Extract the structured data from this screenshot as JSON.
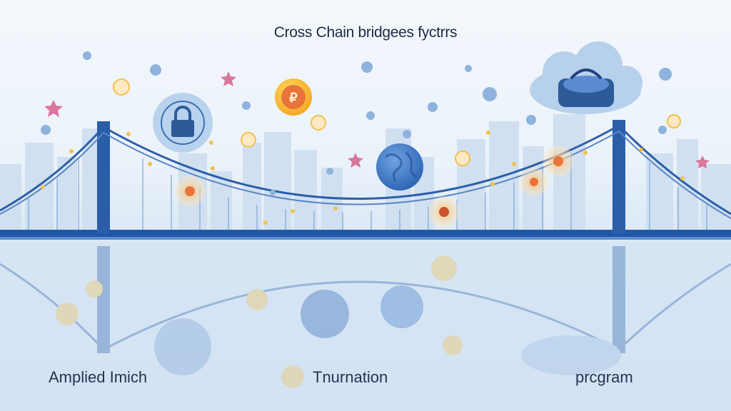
{
  "title": "Cross Chain bridgees fyctrrs",
  "captions": {
    "left": "Amplied Imich",
    "middle": "Tnurnation",
    "right": "prcgram"
  },
  "colors": {
    "bridge": "#2c5fa8",
    "deck": "#1f57a6",
    "sky_top": "#f4f8fc",
    "water": "#cfe0f1",
    "accent_gold": "#f2c14e",
    "accent_orange": "#e8743b",
    "globe": "#3a78c9"
  },
  "icons": [
    "lock-icon",
    "pay-coin-icon",
    "globe-icon",
    "cloud-vehicle-icon",
    "network-node-icon",
    "star-icon",
    "snowflake-icon"
  ]
}
